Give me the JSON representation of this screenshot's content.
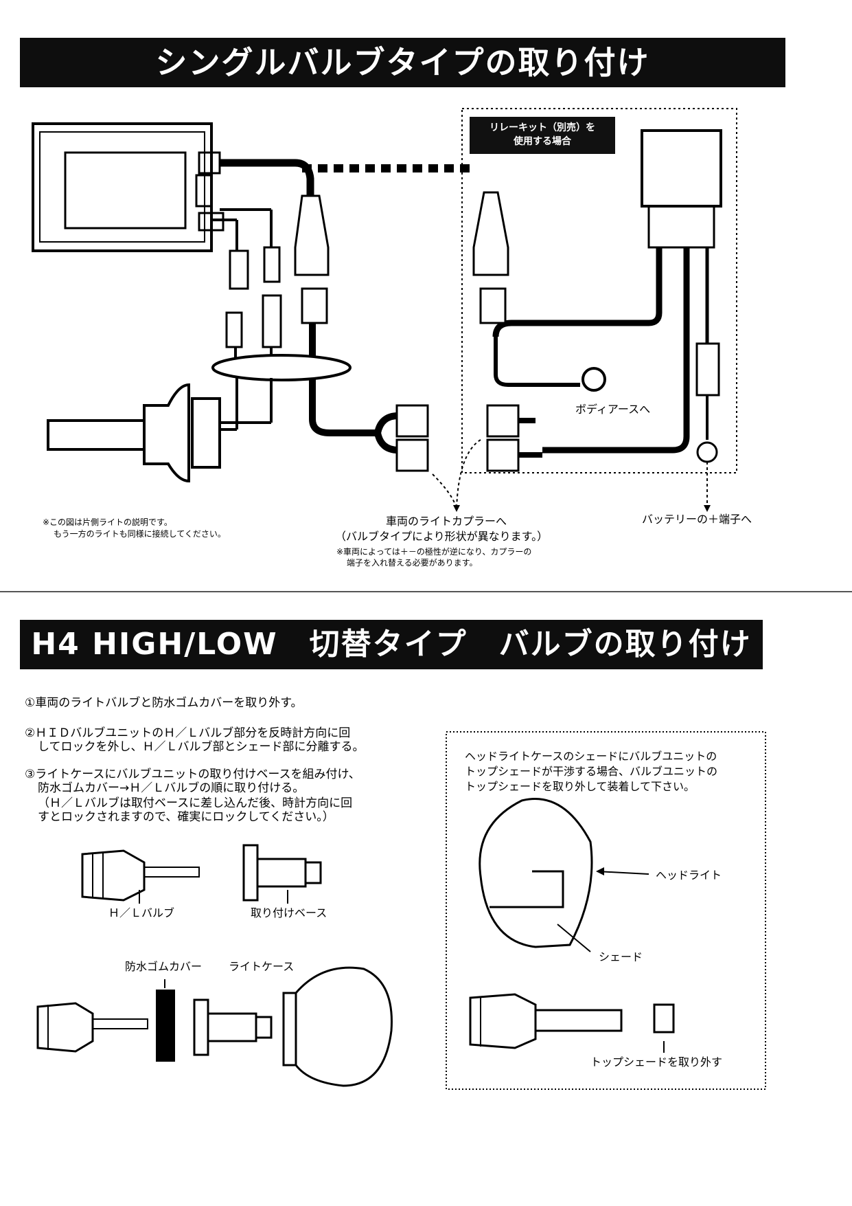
{
  "section1": {
    "title": "シングルバルブタイプの取り付け",
    "relay_badge_line1": "リレーキット（別売）を",
    "relay_badge_line2": "使用する場合",
    "body_earth": "ボディアースへ",
    "note_line1": "※この図は片側ライトの説明です。",
    "note_line2": "もう一方のライトも同様に接続してください。",
    "coupler_line1": "車両のライトカプラーへ",
    "coupler_line2": "（バルブタイプにより形状が異なります。）",
    "coupler_note1": "※車両によっては＋－の極性が逆になり、カプラーの",
    "coupler_note2": "端子を入れ替える必要があります。",
    "battery": "バッテリーの＋端子へ"
  },
  "section2": {
    "title": "H4 HIGH/LOW　切替タイプ　バルブの取り付け",
    "steps": [
      "①車両のライトバルブと防水ゴムカバーを取り外す。",
      "②ＨＩＤバルブユニットのＨ／Ｌバルブ部分を反時計方向に回",
      "してロックを外し、Ｈ／Ｌバルブ部とシェード部に分離する。",
      "③ライトケースにバルブユニットの取り付けベースを組み付け、",
      "防水ゴムカバー→Ｈ／Ｌバルブの順に取り付ける。",
      "（Ｈ／Ｌバルブは取付ベースに差し込んだ後、時計方向に回",
      "すとロックされますので、確実にロックしてください。）"
    ],
    "label_hl_valve": "Ｈ／Ｌバルブ",
    "label_base": "取り付けベース",
    "label_rubber": "防水ゴムカバー",
    "label_case": "ライトケース",
    "box_line1": "ヘッドライトケースのシェードにバルブユニットの",
    "box_line2": "トップシェードが干渉する場合、バルブユニットの",
    "box_line3": "トップシェードを取り外して装着して下さい。",
    "label_headlight": "ヘッドライト",
    "label_shade": "シェード",
    "label_remove_top": "トップシェードを取り外す"
  }
}
